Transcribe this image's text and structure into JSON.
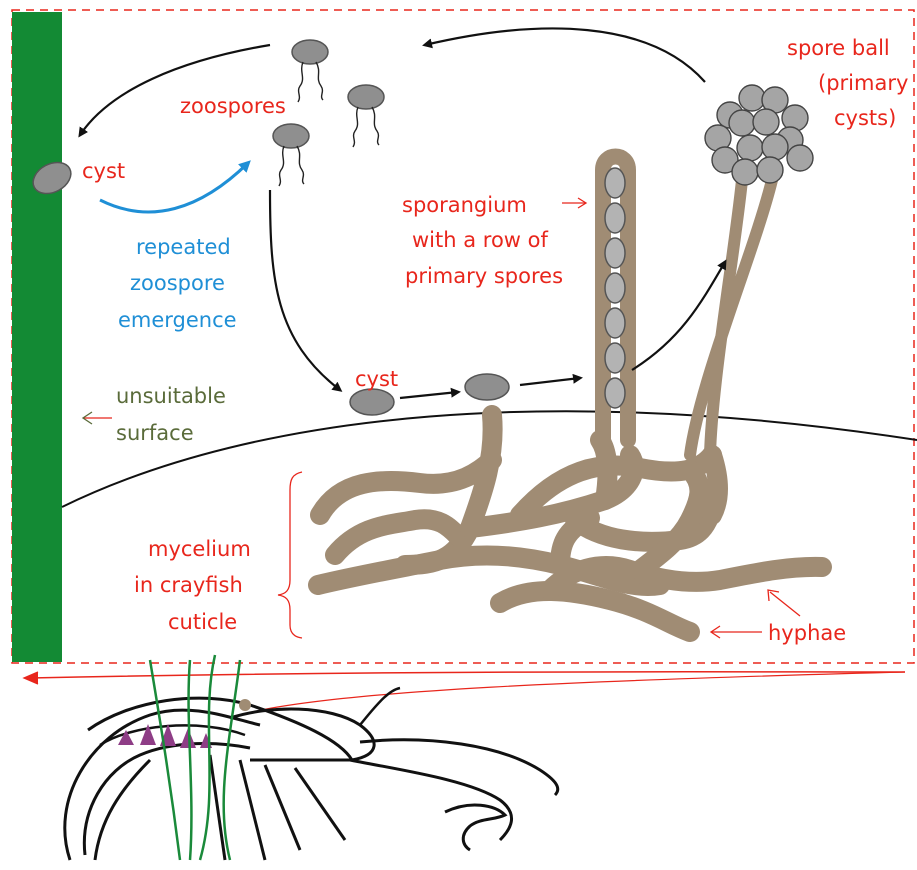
{
  "labels": {
    "spore_ball": [
      "spore ball",
      "(primary",
      "cysts)"
    ],
    "zoospores": "zoospores",
    "cyst_left": "cyst",
    "cyst_bottom": "cyst",
    "sporangium": [
      "sporangium",
      "with a row of",
      "primary spores"
    ],
    "repeated": [
      "repeated",
      "zoospore",
      "emergence"
    ],
    "unsuitable": [
      "unsuitable",
      "surface"
    ],
    "mycelium": [
      "mycelium",
      "in crayfish",
      "cuticle"
    ],
    "hyphae": "hyphae"
  },
  "colors": {
    "label_red": "#e8261c",
    "label_blue": "#1f8fd6",
    "label_olive": "#5a6b3a",
    "hyphae": "#a08c74",
    "surface_green": "#138a34",
    "spore_gray": "#8f8f8f",
    "crayfish_purple": "#8e3d86",
    "weed_green": "#1a8a3a"
  }
}
